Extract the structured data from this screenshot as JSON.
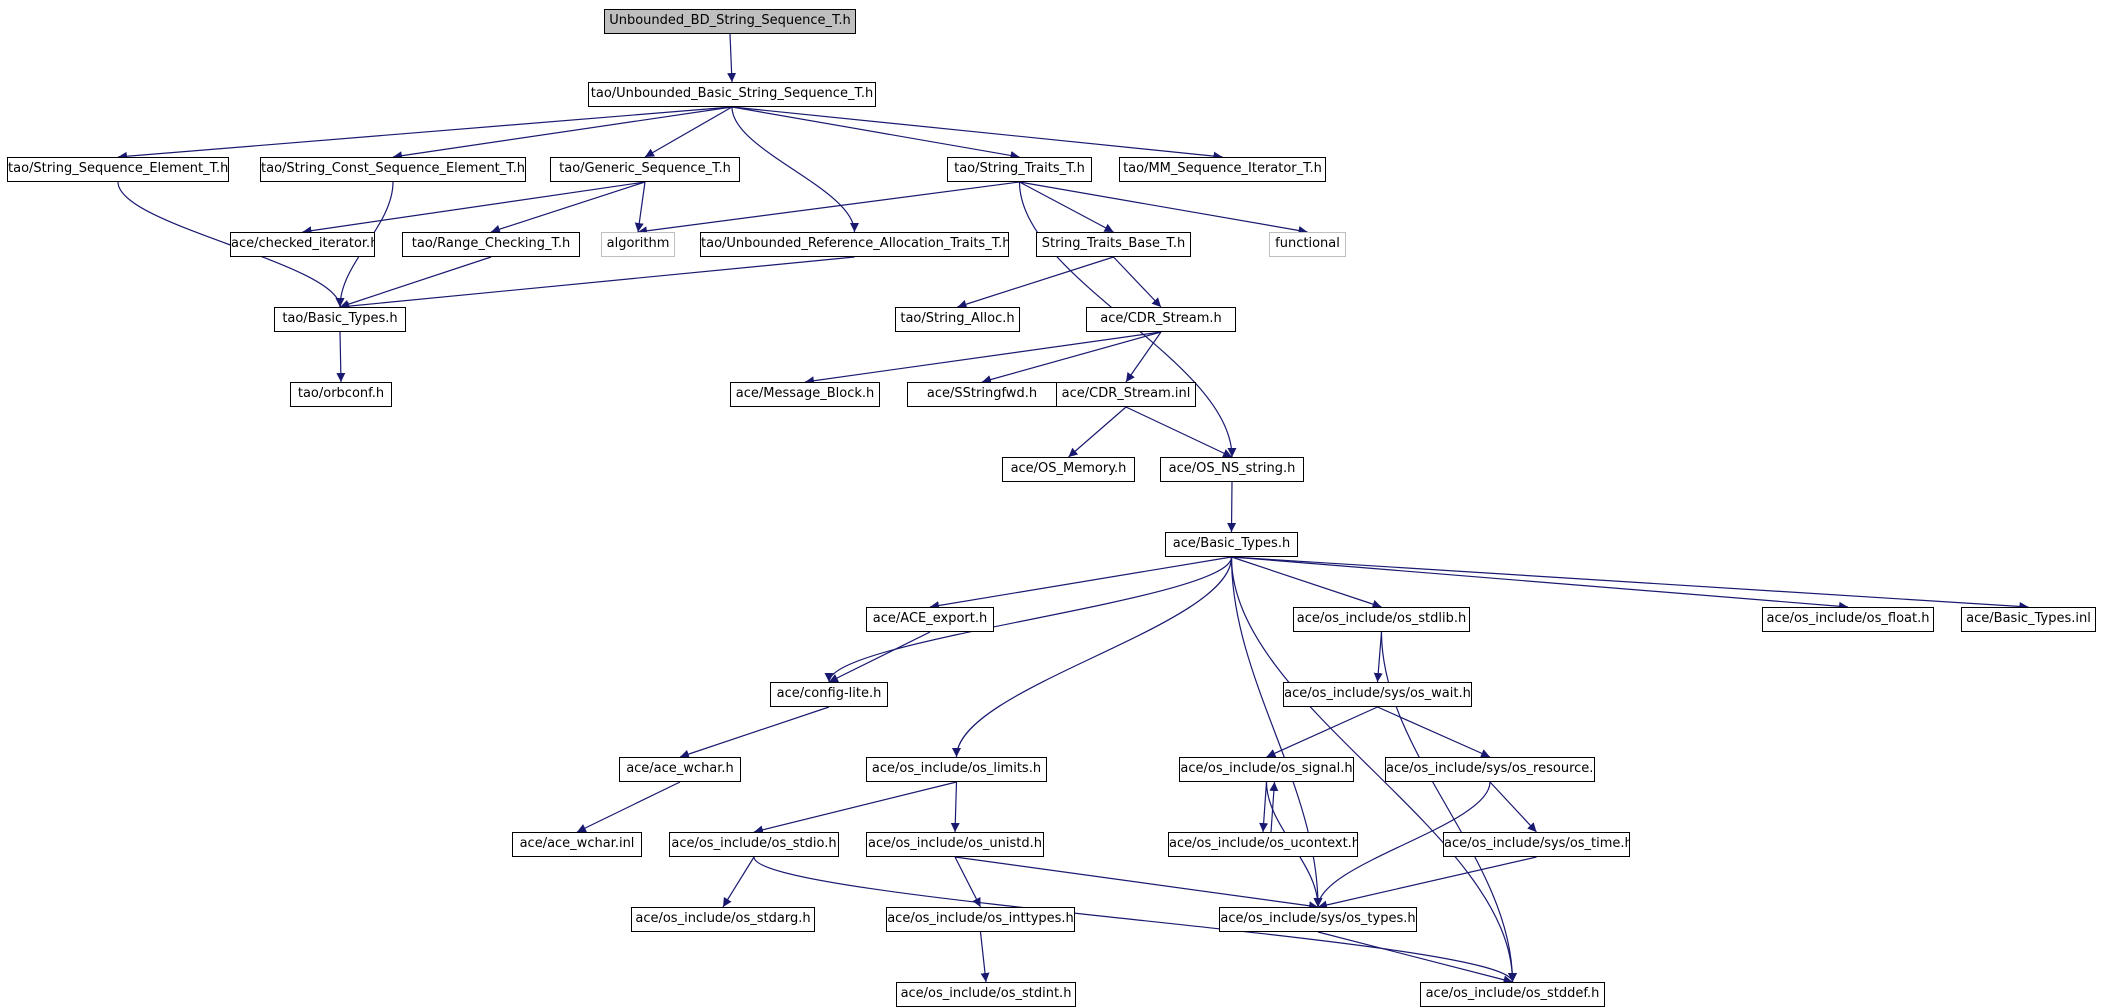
{
  "graph": {
    "edge_color": "#191970",
    "root_fill": "#bfbfbf",
    "external_border": "#bfbfbf",
    "nodes": {
      "root": "Unbounded_BD_String_Sequence_T.h",
      "ubss": "tao/Unbounded_Basic_String_Sequence_T.h",
      "sse": "tao/String_Sequence_Element_T.h",
      "scse": "tao/String_Const_Sequence_Element_T.h",
      "gs": "tao/Generic_Sequence_T.h",
      "st": "tao/String_Traits_T.h",
      "mmsi": "tao/MM_Sequence_Iterator_T.h",
      "ci": "ace/checked_iterator.h",
      "rc": "tao/Range_Checking_T.h",
      "alg": "algorithm",
      "urat": "tao/Unbounded_Reference_Allocation_Traits_T.h",
      "stb": "String_Traits_Base_T.h",
      "func": "functional",
      "tbt": "tao/Basic_Types.h",
      "sa": "tao/String_Alloc.h",
      "cdr": "ace/CDR_Stream.h",
      "orb": "tao/orbconf.h",
      "mb": "ace/Message_Block.h",
      "ssf": "ace/SStringfwd.h",
      "cdri": "ace/CDR_Stream.inl",
      "osm": "ace/OS_Memory.h",
      "osns": "ace/OS_NS_string.h",
      "abt": "ace/Basic_Types.h",
      "aexp": "ace/ACE_export.h",
      "stdlib": "ace/os_include/os_stdlib.h",
      "float": "ace/os_include/os_float.h",
      "abti": "ace/Basic_Types.inl",
      "cfg": "ace/config-lite.h",
      "wait": "ace/os_include/sys/os_wait.h",
      "wchar": "ace/ace_wchar.h",
      "limits": "ace/os_include/os_limits.h",
      "signal": "ace/os_include/os_signal.h",
      "res": "ace/os_include/sys/os_resource.h",
      "wchari": "ace/ace_wchar.inl",
      "stdio": "ace/os_include/os_stdio.h",
      "unistd": "ace/os_include/os_unistd.h",
      "uctx": "ace/os_include/os_ucontext.h",
      "time": "ace/os_include/sys/os_time.h",
      "stdarg": "ace/os_include/os_stdarg.h",
      "inttypes": "ace/os_include/os_inttypes.h",
      "types": "ace/os_include/sys/os_types.h",
      "stdint": "ace/os_include/os_stdint.h",
      "stddef": "ace/os_include/os_stddef.h"
    }
  }
}
